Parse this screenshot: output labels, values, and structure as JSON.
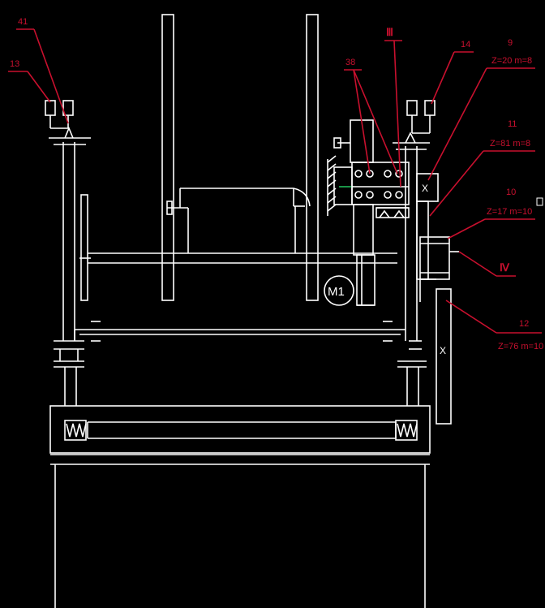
{
  "labels": {
    "l41": "41",
    "l13": "13",
    "l38": "38",
    "lIII": "Ⅲ",
    "l14": "14",
    "l9": "9",
    "l9_spec": "Z=20 m=8",
    "l11": "11",
    "l11_spec": "Z=81 m=8",
    "l10": "10",
    "l10_spec": "Z=17 m=10",
    "lIV": "Ⅳ",
    "l12": "12",
    "l12_spec": "Z=76 m=10"
  },
  "marks": {
    "motor": "M1",
    "x_upper": "X",
    "x_lower": "X"
  },
  "colors": {
    "background": "#000000",
    "lines": "#ffffff",
    "annotations": "#c8102e",
    "accent": "#22c55e"
  }
}
